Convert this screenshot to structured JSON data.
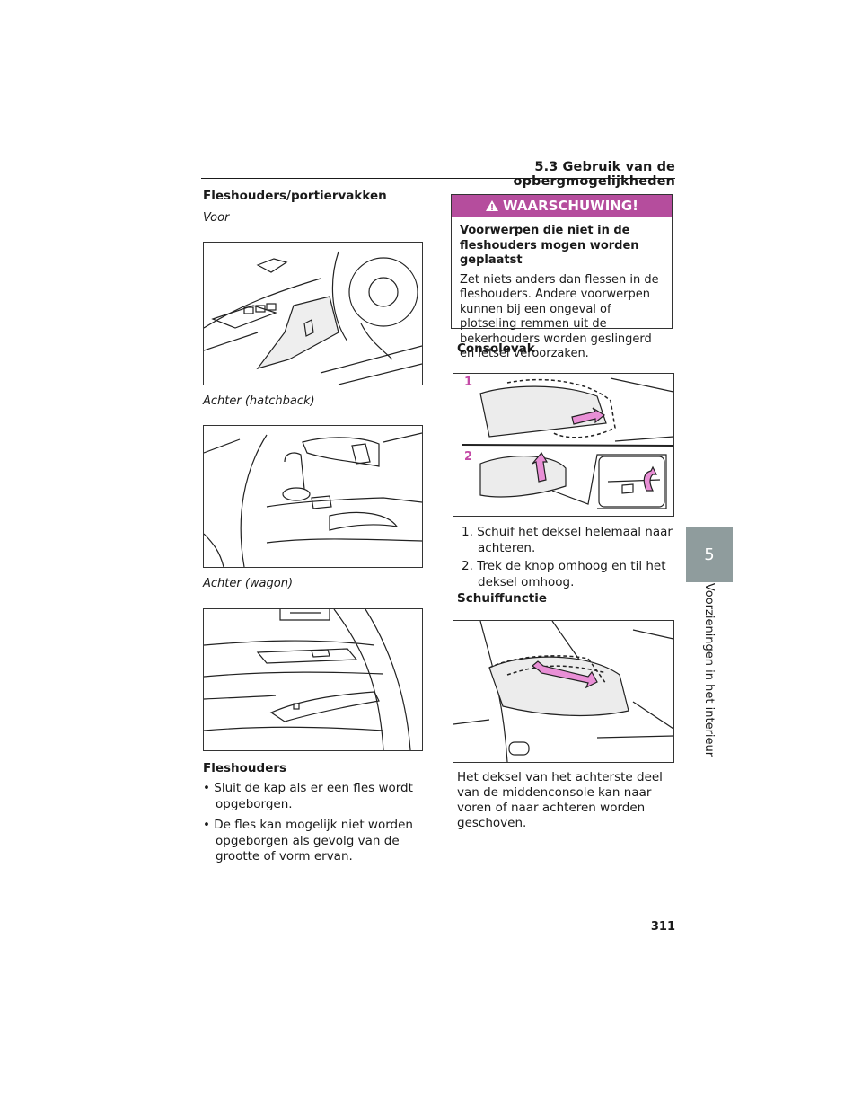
{
  "header": {
    "section_title": "5.3  Gebruik van de opbergmogelijkheden"
  },
  "left": {
    "heading": "Fleshouders/portiervakken",
    "captions": {
      "front": "Voor",
      "hatchback": "Achter (hatchback)",
      "wagon": "Achter (wagon)"
    },
    "bottles_heading": "Fleshouders",
    "bullets": [
      "Sluit de kap als er een fles wordt opgeborgen.",
      "De fles kan mogelijk niet worden opgeborgen als gevolg van de grootte of vorm ervan."
    ]
  },
  "warning": {
    "label": "WAARSCHUWING!",
    "title": "Voorwerpen die niet in de fleshouders mogen worden geplaatst",
    "text": "Zet niets anders dan flessen in de fleshouders. Andere voorwerpen kunnen bij een ongeval of plotseling remmen uit de bekerhouders worden geslingerd en letsel veroorzaken."
  },
  "console": {
    "heading": "Consolevak",
    "markers": [
      "1",
      "2"
    ],
    "steps": [
      {
        "num": "1.",
        "text": "Schuif het deksel helemaal naar achteren."
      },
      {
        "num": "2.",
        "text": "Trek de knop omhoog en til het deksel omhoog."
      }
    ]
  },
  "slide": {
    "heading": "Schuiffunctie",
    "text": "Het deksel van het achterste deel van de middenconsole kan naar voren of naar achteren worden geschoven."
  },
  "chapter_tab": {
    "number": "5",
    "title": "Voorzieningen in het interieur"
  },
  "page_number": "311",
  "colors": {
    "accent": "#b54d9d",
    "arrow": "#e98fd6",
    "tab": "#8f9c9d"
  }
}
